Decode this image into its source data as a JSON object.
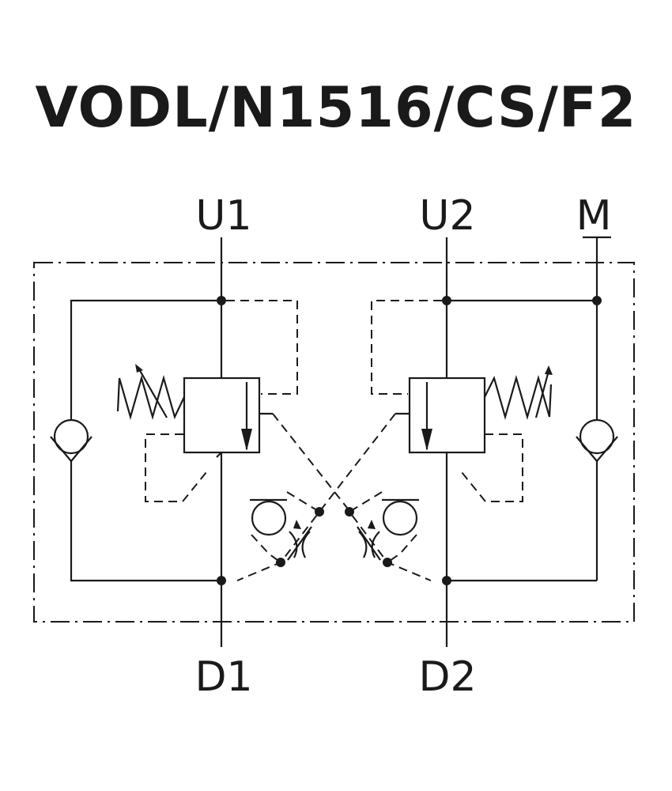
{
  "title": "VODL/N1516/CS/F2",
  "ports": {
    "u1": "U1",
    "u2": "U2",
    "m": "M",
    "d1": "D1",
    "d2": "D2"
  },
  "colors": {
    "ink": "#1a1a1a",
    "background": "#ffffff"
  }
}
